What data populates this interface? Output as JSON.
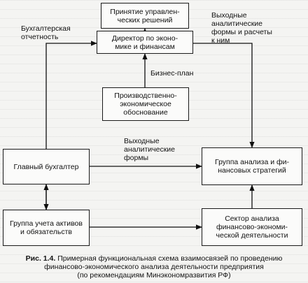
{
  "boxes": {
    "decisions": "Принятие управлен-\nческих решений",
    "director": "Директор по эконо-\nмике и финансам",
    "production": "Производственно-\nэкономическое\nобоснование",
    "chief_accountant": "Главный бухгалтер",
    "analysis_group": "Группа анализа и фи-\nнансовых стратегий",
    "accounting_group": "Группа учета активов\nи обязательств",
    "analysis_sector": "Сектор анализа\nфинансово-экономи-\nческой деятельности"
  },
  "labels": {
    "accounting_reports": "Бухгалтерская\nотчетность",
    "output_forms_top": "Выходные\nаналитические\nформы и расчеты\nк ним",
    "business_plan": "Бизнес-план",
    "output_forms_mid": "Выходные\nаналитические\nформы"
  },
  "caption": {
    "number": "Рис. 1.4.",
    "line1": " Примерная функциональная схема взаимосвязей по проведению",
    "line2": "финансово-экономического анализа деятельности предприятия",
    "line3": "(по рекомендациям Минэкономразвития РФ)"
  }
}
